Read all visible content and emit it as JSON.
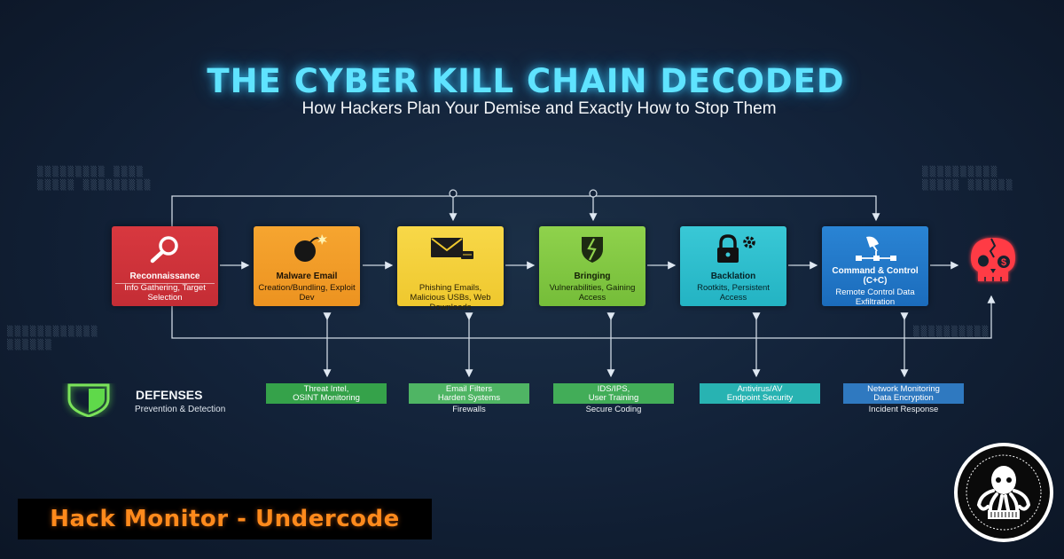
{
  "header": {
    "title": "THE CYBER KILL CHAIN DECODED",
    "subtitle": "How Hackers Plan Your Demise and Exactly How to Stop Them"
  },
  "stages": [
    {
      "name": "Reconnaissance",
      "detail": "Info Gathering, Target Selection",
      "icon": "magnifier-icon",
      "color": "#d8383f"
    },
    {
      "name": "Malware Email",
      "detail": "Creation/Bundling, Exploit Dev",
      "icon": "bomb-icon",
      "color": "#f6a530"
    },
    {
      "name": "",
      "detail": "Phishing Emails, Malicious USBs, Web Downloads",
      "icon": "envelope-icon",
      "color": "#f8d848"
    },
    {
      "name": "Bringing",
      "detail": "Vulnerabilities, Gaining Access",
      "icon": "broken-shield-icon",
      "color": "#8fd24c"
    },
    {
      "name": "Backlation",
      "detail": "Rootkits, Persistent Access",
      "icon": "lock-gear-icon",
      "color": "#39c8d6"
    },
    {
      "name": "Command & Control (C+C)",
      "detail": "Remote Control Data Exfiltration",
      "icon": "satellite-network-icon",
      "color": "#2a84d4"
    }
  ],
  "goal": {
    "icon": "skull-dollar-icon",
    "color": "#ff3b45"
  },
  "defenses": {
    "title": "DEFENSES",
    "subtitle": "Prevention & Detection",
    "items": [
      {
        "line1": "Threat Intel,",
        "line2": "OSINT Monitoring",
        "below": ""
      },
      {
        "line1": "Email Filters",
        "line2": "Harden Systems",
        "below": "Firewalls"
      },
      {
        "line1": "IDS/IPS,",
        "line2": "User Training",
        "below": "Secure Coding"
      },
      {
        "line1": "Antivirus/AV",
        "line2": "Endpoint Security",
        "below": ""
      },
      {
        "line1": "Network Monitoring",
        "line2": "Data Encryption",
        "below": "Incident Response"
      }
    ]
  },
  "brand": {
    "label": "Hack Monitor - Undercode"
  },
  "colors": {
    "accent": "#5fe3ff",
    "background": "#13233a",
    "brand": "#ff8a1c"
  }
}
